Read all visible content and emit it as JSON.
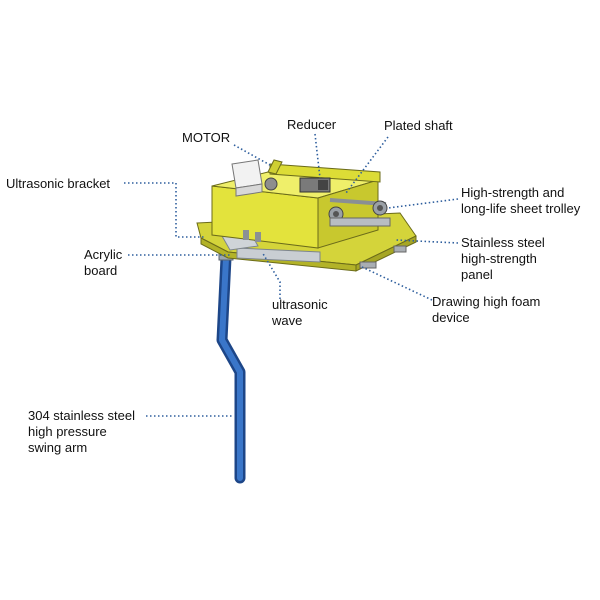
{
  "labels": {
    "motor": "MOTOR",
    "reducer": "Reducer",
    "plated_shaft": "Plated shaft",
    "ultrasonic_bracket": "Ultrasonic bracket",
    "sheet_trolley": [
      "High-strength and",
      "long-life sheet trolley"
    ],
    "stainless_panel": [
      "Stainless steel",
      "high-strength",
      "panel"
    ],
    "acrylic_board": [
      "Acrylic",
      "board"
    ],
    "ultrasonic_wave": [
      "ultrasonic",
      "wave"
    ],
    "foam_device": [
      "Drawing high foam",
      "device"
    ],
    "swing_arm": [
      "304 stainless steel",
      "high pressure",
      "swing arm"
    ]
  },
  "colors": {
    "leader": "#2f5f9e",
    "body_yellow": "#dede3a",
    "body_shadow": "#b9b92a",
    "arm_blue": "#2c63b5",
    "arm_dark": "#1d4688"
  }
}
